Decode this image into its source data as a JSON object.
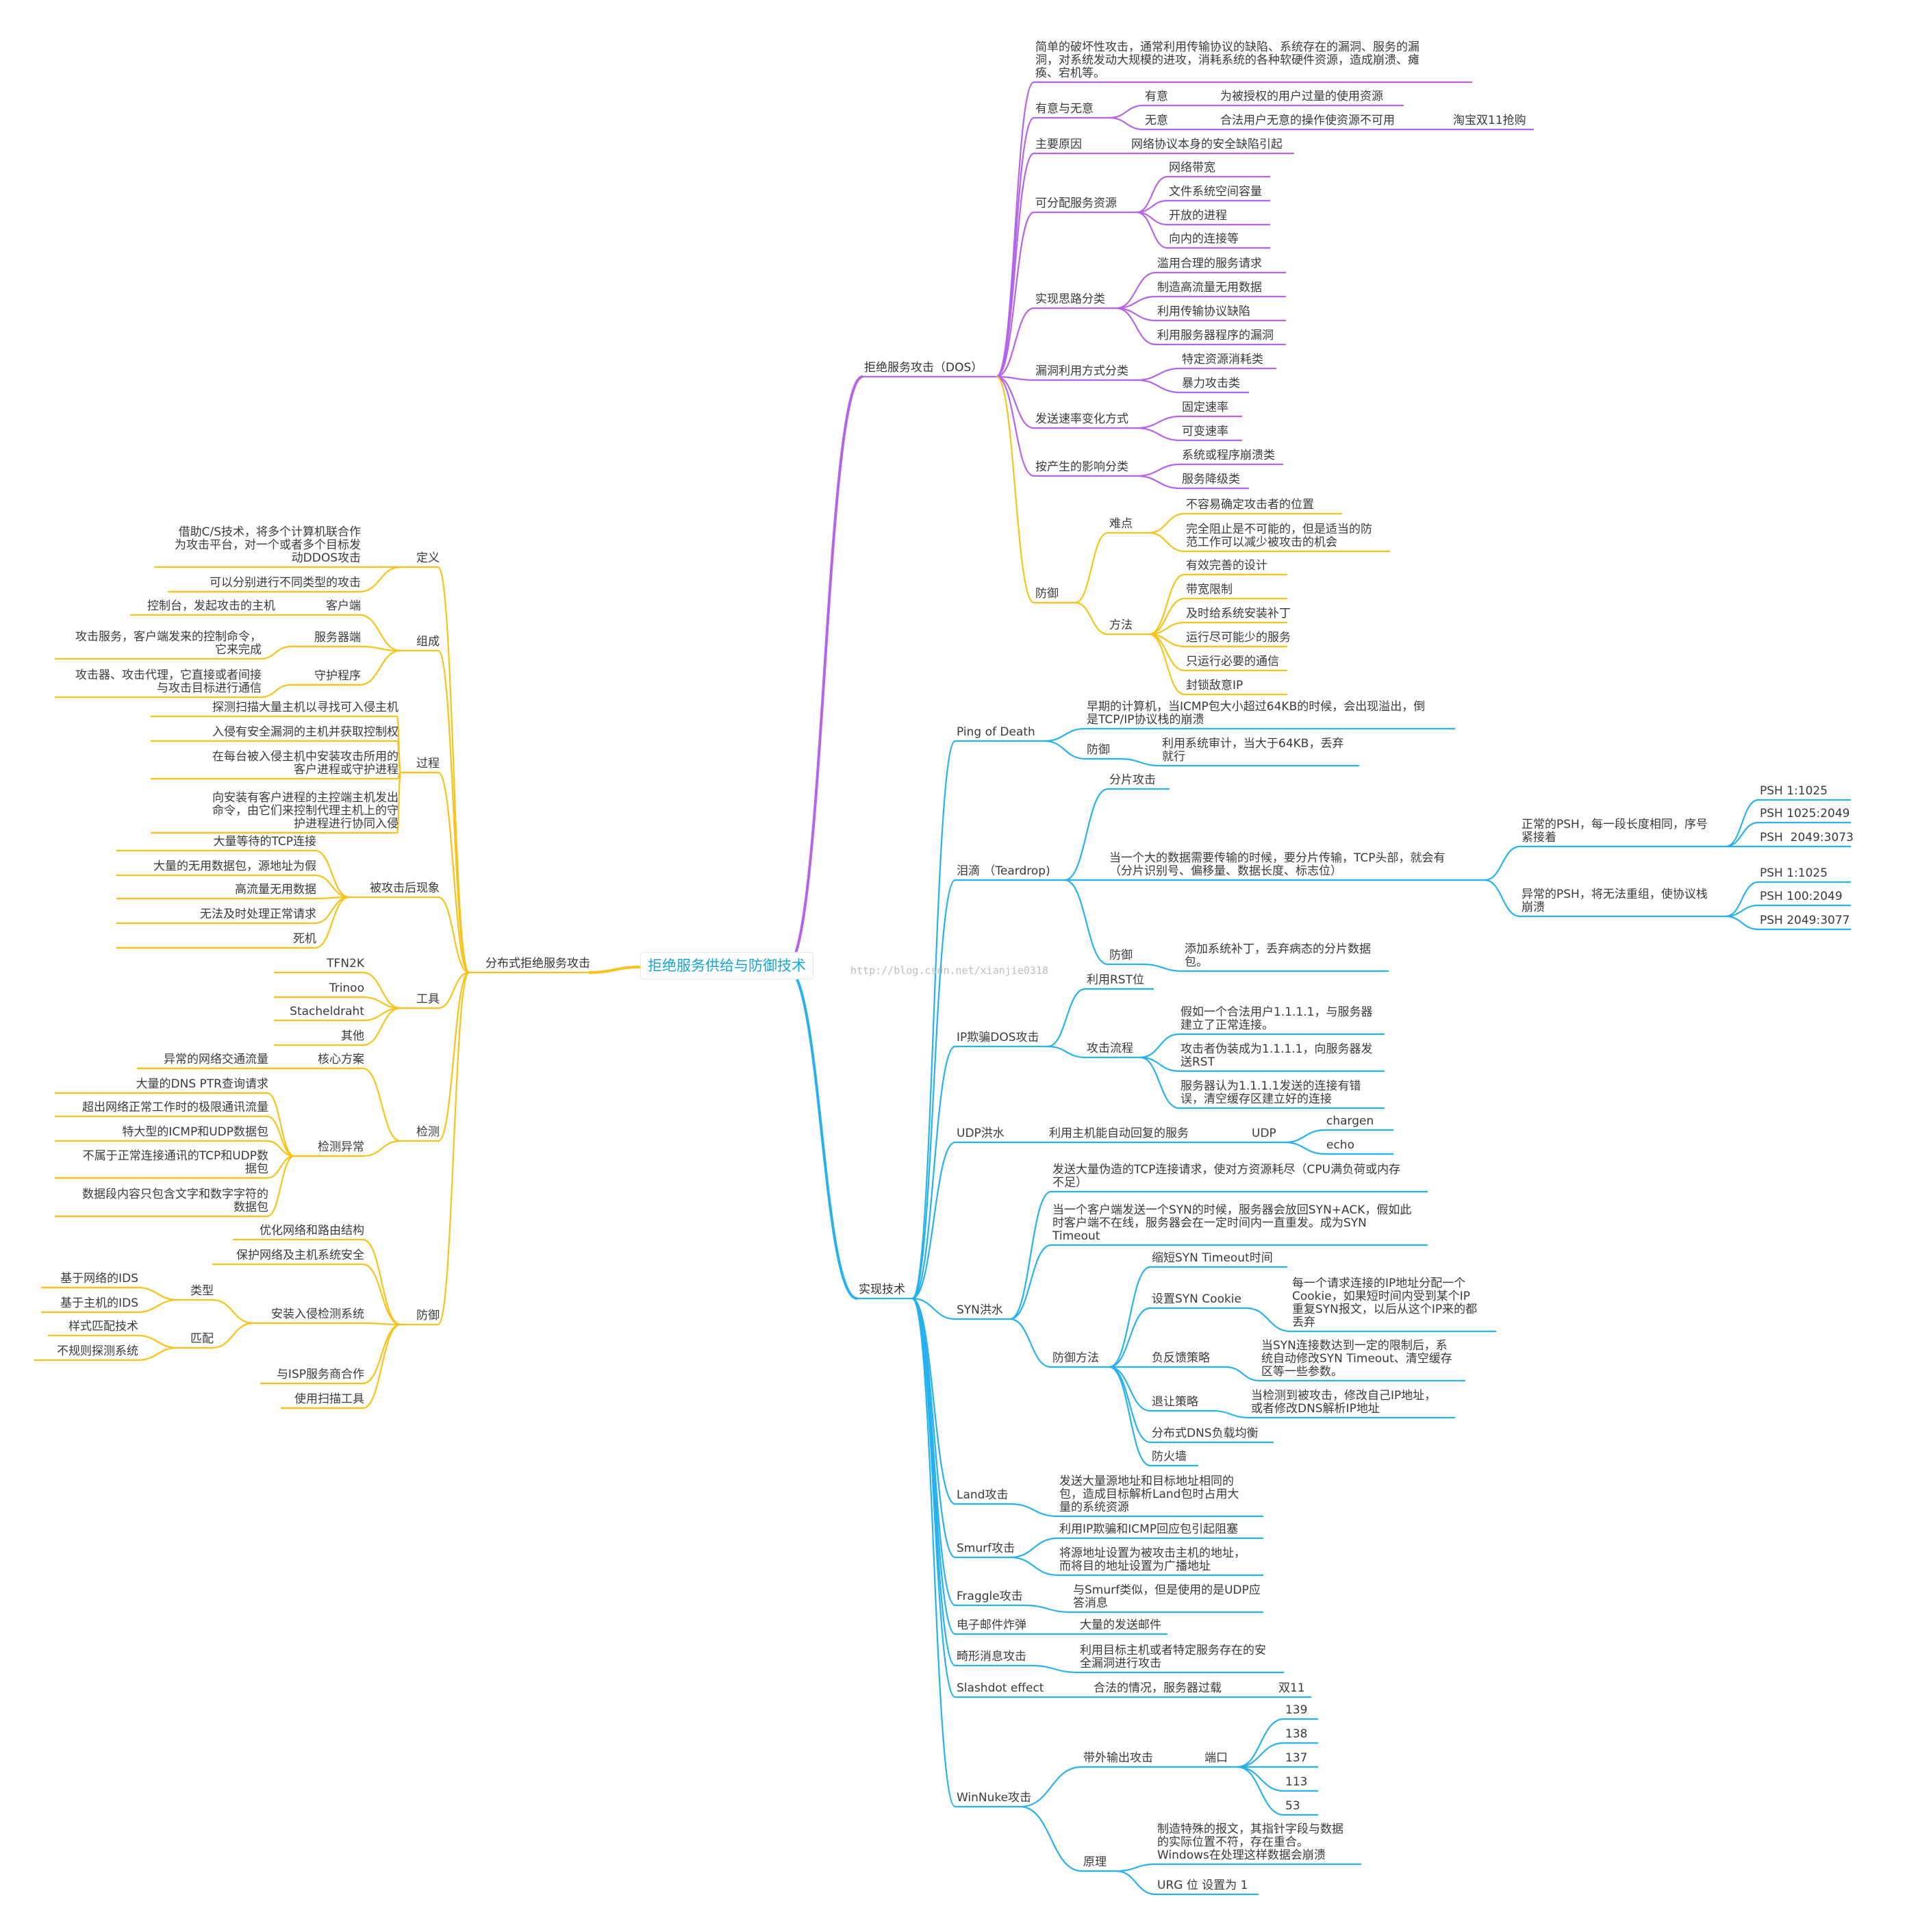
{
  "colors": {
    "dos": "#b463ea",
    "ddos": "#f7c31a",
    "tech": "#27b1ee",
    "text": "#3a3a3a",
    "center_text": "#16a5d9",
    "watermark": "#bdbdbd"
  },
  "watermark": "http://blog.csdn.net/xianjie0318",
  "root": "拒绝服务供给与防御技术",
  "dos": {
    "label": "拒绝服务攻击（DOS）",
    "definition": "简单的破坏性攻击，通常利用传输协议的缺陷、系统存在的漏洞、服务的漏\n洞，对系统发动大规模的进攻，消耗系统的各种软硬件资源，造成崩溃、瘫\n痪、宕机等。",
    "intent": {
      "label": "有意与无意",
      "intentional": {
        "label": "有意",
        "desc": "为被授权的用户过量的使用资源"
      },
      "unintentional": {
        "label": "无意",
        "desc": "合法用户无意的操作使资源不可用",
        "example": "淘宝双11抢购"
      }
    },
    "main_cause": {
      "label": "主要原因",
      "desc": "网络协议本身的安全缺陷引起"
    },
    "resources": {
      "label": "可分配服务资源",
      "items": [
        "网络带宽",
        "文件系统空间容量",
        "开放的进程",
        "向内的连接等"
      ]
    },
    "ideas": {
      "label": "实现思路分类",
      "items": [
        "滥用合理的服务请求",
        "制造高流量无用数据",
        "利用传输协议缺陷",
        "利用服务器程序的漏洞"
      ]
    },
    "exploit": {
      "label": "漏洞利用方式分类",
      "items": [
        "特定资源消耗类",
        "暴力攻击类"
      ]
    },
    "rate": {
      "label": "发送速率变化方式",
      "items": [
        "固定速率",
        "可变速率"
      ]
    },
    "impact": {
      "label": "按产生的影响分类",
      "items": [
        "系统或程序崩溃类",
        "服务降级类"
      ]
    },
    "defense": {
      "label": "防御",
      "difficulty": {
        "label": "难点",
        "items": [
          "不容易确定攻击者的位置",
          "完全阻止是不可能的，但是适当的防\n范工作可以减少被攻击的机会"
        ]
      },
      "methods": {
        "label": "方法",
        "items": [
          "有效完善的设计",
          "带宽限制",
          "及时给系统安装补丁",
          "运行尽可能少的服务",
          "只运行必要的通信",
          "封锁敌意IP"
        ]
      }
    }
  },
  "tech": {
    "label": "实现技术",
    "ping_of_death": {
      "label": "Ping of Death",
      "desc": "早期的计算机，当ICMP包大小超过64KB的时候，会出现溢出，倒\n是TCP/IP协议栈的崩溃",
      "defense": {
        "label": "防御",
        "desc": "利用系统审计，当大于64KB，丢弃\n就行"
      }
    },
    "teardrop": {
      "label": "泪滴 （Teardrop)",
      "fragment": "分片攻击",
      "desc": "当一个大的数据需要传输的时候，要分片传输，TCP头部，就会有\n（分片识别号、偏移量、数据长度、标志位）",
      "normal": {
        "label": "正常的PSH，每一段长度相同，序号\n紧接着",
        "items": [
          "PSH 1:1025",
          "PSH 1025:2049",
          "PSH  2049:3073"
        ]
      },
      "abnormal": {
        "label": "异常的PSH，将无法重组，使协议栈\n崩溃",
        "items": [
          "PSH 1:1025",
          "PSH 100:2049",
          "PSH 2049:3077"
        ]
      },
      "defense": {
        "label": "防御",
        "desc": "添加系统补丁，丢弃病态的分片数据\n包。"
      }
    },
    "ip_spoof": {
      "label": "IP欺骗DOS攻击",
      "rst": "利用RST位",
      "flow": {
        "label": "攻击流程",
        "items": [
          "假如一个合法用户1.1.1.1，与服务器\n建立了正常连接。",
          "攻击者伪装成为1.1.1.1，向服务器发\n送RST",
          "服务器认为1.1.1.1发送的连接有错\n误，清空缓存区建立好的连接"
        ]
      }
    },
    "udp_flood": {
      "label": "UDP洪水",
      "desc": "利用主机能自动回复的服务",
      "udp": "UDP",
      "items": [
        "chargen",
        "echo"
      ]
    },
    "syn_flood": {
      "label": "SYN洪水",
      "desc1": "发送大量伪造的TCP连接请求，使对方资源耗尽（CPU满负荷或内存\n不足）",
      "desc2": "当一个客户端发送一个SYN的时候，服务器会放回SYN+ACK，假如此\n时客户端不在线，服务器会在一定时间内一直重发。成为SYN\nTimeout",
      "defense": {
        "label": "防御方法",
        "shorten": "缩短SYN Timeout时间",
        "cookie": {
          "label": "设置SYN Cookie",
          "desc": "每一个请求连接的IP地址分配一个\nCookie，如果短时间内受到某个IP\n重复SYN报文，以后从这个IP来的都\n丢弃"
        },
        "feedback": {
          "label": "负反馈策略",
          "desc": "当SYN连接数达到一定的限制后，系\n统自动修改SYN Timeout、清空缓存\n区等一些参数。"
        },
        "retreat": {
          "label": "退让策略",
          "desc": "当检测到被攻击，修改自己IP地址，\n或者修改DNS解析IP地址"
        },
        "dns": "分布式DNS负载均衡",
        "firewall": "防火墙"
      }
    },
    "land": {
      "label": "Land攻击",
      "desc": "发送大量源地址和目标地址相同的\n包，造成目标解析Land包时占用大\n量的系统资源"
    },
    "smurf": {
      "label": "Smurf攻击",
      "items": [
        "利用IP欺骗和ICMP回应包引起阻塞",
        "将源地址设置为被攻击主机的地址，\n而将目的地址设置为广播地址"
      ]
    },
    "fraggle": {
      "label": "Fraggle攻击",
      "desc": "与Smurf类似，但是使用的是UDP应\n答消息"
    },
    "email_bomb": {
      "label": "电子邮件炸弹",
      "desc": "大量的发送邮件"
    },
    "malformed": {
      "label": "畸形消息攻击",
      "desc": "利用目标主机或者特定服务存在的安\n全漏洞进行攻击"
    },
    "slashdot": {
      "label": "Slashdot effect",
      "desc": "合法的情况，服务器过载",
      "example": "双11"
    },
    "winnuke": {
      "label": "WinNuke攻击",
      "oob": {
        "label": "带外输出攻击",
        "port": "端口",
        "ports": [
          "139",
          "138",
          "137",
          "113",
          "53"
        ]
      },
      "principle": {
        "label": "原理",
        "items": [
          "制造特殊的报文，其指针字段与数据\n的实际位置不符，存在重合。\nWindows在处理这样数据会崩溃",
          "URG 位 设置为 1"
        ]
      }
    }
  },
  "ddos": {
    "label": "分布式拒绝服务攻击",
    "definition": {
      "label": "定义",
      "items": [
        "借助C/S技术，将多个计算机联合作\n为攻击平台，对一个或者多个目标发\n动DDOS攻击",
        "可以分别进行不同类型的攻击"
      ]
    },
    "composition": {
      "label": "组成",
      "client": {
        "label": "客户端",
        "desc": "控制台，发起攻击的主机"
      },
      "server": {
        "label": "服务器端",
        "desc": "攻击服务，客户端发来的控制命令，\n它来完成"
      },
      "daemon": {
        "label": "守护程序",
        "desc": "攻击器、攻击代理，它直接或者间接\n与攻击目标进行通信"
      }
    },
    "process": {
      "label": "过程",
      "items": [
        "探测扫描大量主机以寻找可入侵主机",
        "入侵有安全漏洞的主机并获取控制权",
        "在每台被入侵主机中安装攻击所用的\n客户进程或守护进程",
        "向安装有客户进程的主控端主机发出\n命令，由它们来控制代理主机上的守\n护进程进行协同入侵"
      ]
    },
    "symptoms": {
      "label": "被攻击后现象",
      "items": [
        "大量等待的TCP连接",
        "大量的无用数据包，源地址为假",
        "高流量无用数据",
        "无法及时处理正常请求",
        "死机"
      ]
    },
    "tools": {
      "label": "工具",
      "items": [
        "TFN2K",
        "Trinoo",
        "Stacheldraht",
        "其他"
      ]
    },
    "detection": {
      "label": "检测",
      "core": {
        "label": "核心方案",
        "desc": "异常的网络交通流量"
      },
      "anomaly": {
        "label": "检测异常",
        "items": [
          "大量的DNS PTR查询请求",
          "超出网络正常工作时的极限通讯流量",
          "特大型的ICMP和UDP数据包",
          "不属于正常连接通讯的TCP和UDP数\n据包",
          "数据段内容只包含文字和数字字符的\n数据包"
        ]
      }
    },
    "defense": {
      "label": "防御",
      "items_top": [
        "优化网络和路由结构",
        "保护网络及主机系统安全"
      ],
      "ids": {
        "label": "安装入侵检测系统",
        "type": {
          "label": "类型",
          "items": [
            "基于网络的IDS",
            "基于主机的IDS"
          ]
        },
        "match": {
          "label": "匹配",
          "items": [
            "样式匹配技术",
            "不规则探测系统"
          ]
        }
      },
      "items_bottom": [
        "与ISP服务商合作",
        "使用扫描工具"
      ]
    }
  }
}
